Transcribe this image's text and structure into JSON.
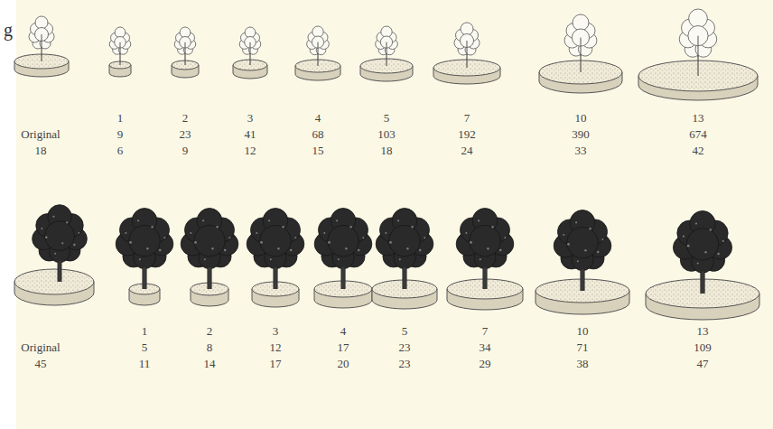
{
  "diagram": {
    "labels": [
      "g",
      "1",
      "2",
      "3",
      "4",
      "5",
      "7",
      "10",
      "13",
      "Original",
      "9",
      "23",
      "41",
      "68",
      "103",
      "192",
      "390",
      "674",
      "18",
      "6",
      "9",
      "12",
      "15",
      "18",
      "24",
      "33",
      "42",
      "1",
      "2",
      "3",
      "4",
      "5",
      "7",
      "10",
      "13",
      "Original",
      "5",
      "8",
      "12",
      "17",
      "23",
      "34",
      "71",
      "109",
      "45",
      "11",
      "14",
      "17",
      "20",
      "23",
      "29",
      "38",
      "47"
    ]
  }
}
